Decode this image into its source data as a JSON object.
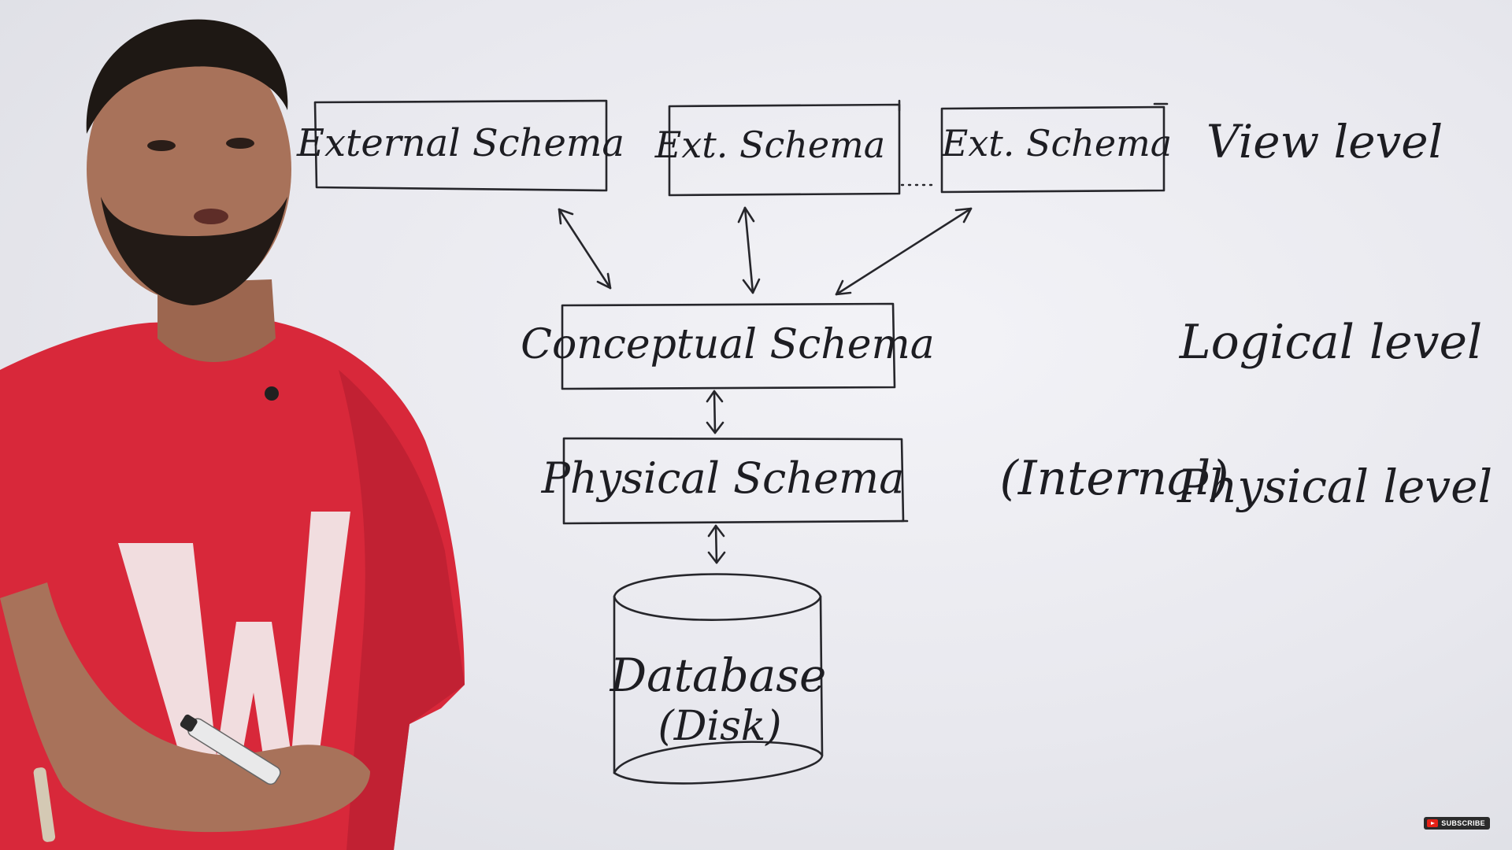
{
  "diagram": {
    "schemas": {
      "external": "External Schema",
      "ext_2": "Ext. Schema",
      "ext_3": "Ext. Schema",
      "conceptual": "Conceptual Schema",
      "physical": "Physical Schema"
    },
    "database": {
      "line1": "Database",
      "line2": "(Disk)"
    },
    "levels": {
      "view": "View level",
      "logical": "Logical level",
      "internal_paren": "(Internal)",
      "physical": "Physical level"
    }
  },
  "overlay": {
    "subscribe_label": "SUBSCRIBE"
  },
  "colors": {
    "board": "#ececf1",
    "ink": "#1d1d22",
    "shirt": "#d8283a",
    "skin": "#a8725a",
    "subscribe_red": "#e62117"
  }
}
